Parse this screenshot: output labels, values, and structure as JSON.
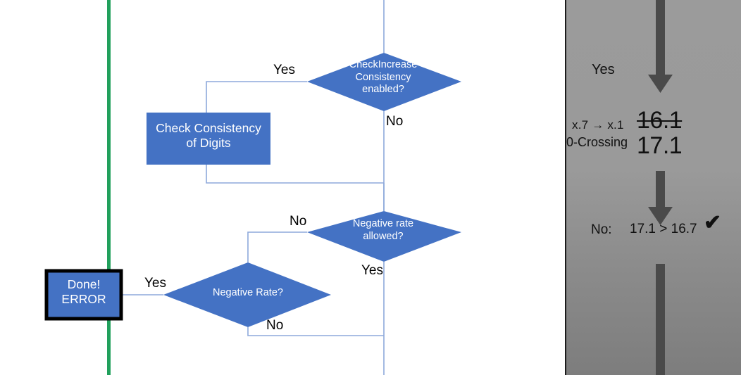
{
  "flowchart": {
    "nodes": [
      {
        "id": "check-increase-consistency",
        "type": "decision",
        "text": "CheckIncrease\nConsistency\nenabled?"
      },
      {
        "id": "check-consistency-of-digits",
        "type": "process",
        "text": "Check Consistency\nof Digits"
      },
      {
        "id": "negative-rate-allowed",
        "type": "decision",
        "text": "Negative rate\nallowed?"
      },
      {
        "id": "negative-rate",
        "type": "decision",
        "text": "Negative Rate?"
      },
      {
        "id": "done-error",
        "type": "terminator",
        "text": "Done!\nERROR"
      }
    ],
    "edge_labels": {
      "check_increase_yes": "Yes",
      "check_increase_no": "No",
      "negative_rate_allowed_no": "No",
      "negative_rate_allowed_yes": "Yes",
      "negative_rate_yes": "Yes",
      "negative_rate_no": "No"
    },
    "colors": {
      "node_fill": "#4472C4",
      "node_text": "#FFFFFF",
      "connector": "#8EA9DB",
      "marker_line": "#21A05C",
      "terminator_border": "#000000"
    }
  },
  "panel": {
    "branch_label": "Yes",
    "conversion_label": "x.7 → x.1",
    "zero_crossing_label": "0-Crossing",
    "value_struck": "16.1",
    "value_current": "17.1",
    "result_prefix": "No:",
    "comparison": "17.1 > 16.7",
    "check_mark": "✔",
    "colors": {
      "background": "#9B9B9B",
      "arrow": "#4A4A4A",
      "text": "#111111"
    }
  }
}
